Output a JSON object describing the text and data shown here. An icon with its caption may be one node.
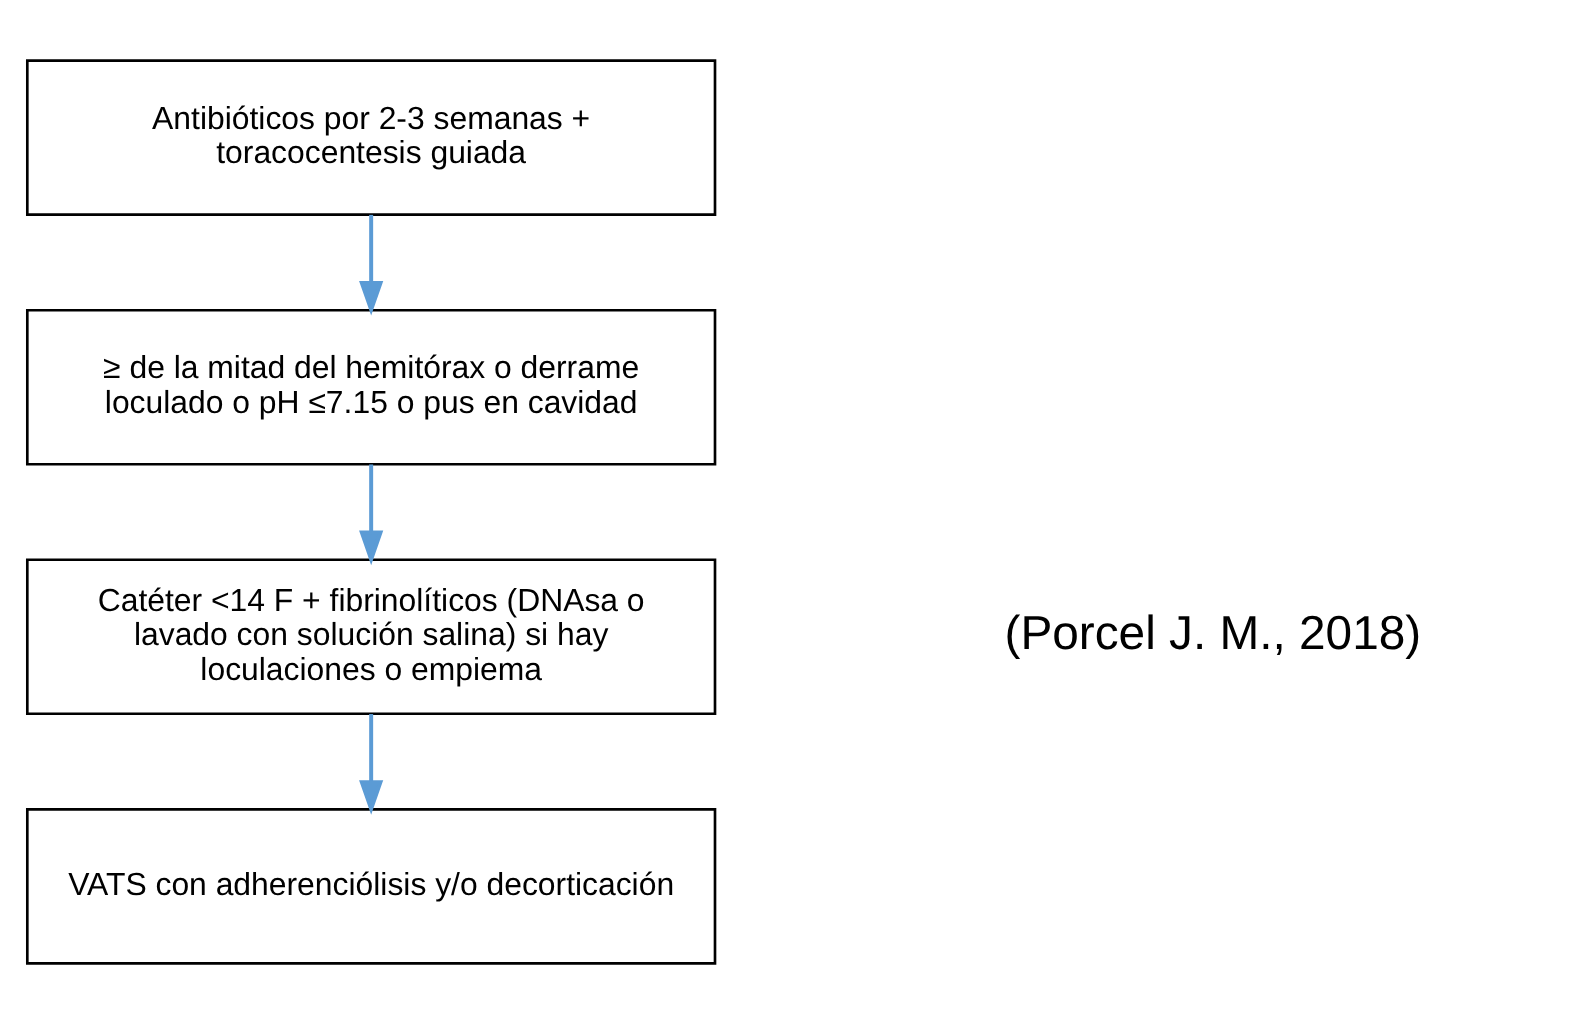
{
  "diagram": {
    "nodes": [
      {
        "text": [
          "Antibióticos por 2-3 semanas + toracocentesis guiada"
        ]
      },
      {
        "text": [
          "≥ de la mitad del hemitórax o derrame loculado o pH ≤7.15 o pus en cavidad"
        ]
      },
      {
        "text": [
          "Catéter <14 F + fibrinolíticos (DNAsa o lavado con solución salina) si hay loculaciones o empiema"
        ]
      },
      {
        "text": [
          "VATS con adherenciólisis y/o decorticación"
        ]
      }
    ],
    "edges": [
      {
        "from": 0,
        "to": 1,
        "arrow": "to"
      },
      {
        "from": 1,
        "to": 2,
        "arrow": "to"
      },
      {
        "from": 2,
        "to": 3,
        "arrow": "to"
      }
    ],
    "labels": [
      "(Porcel J. M., 2018)"
    ]
  }
}
